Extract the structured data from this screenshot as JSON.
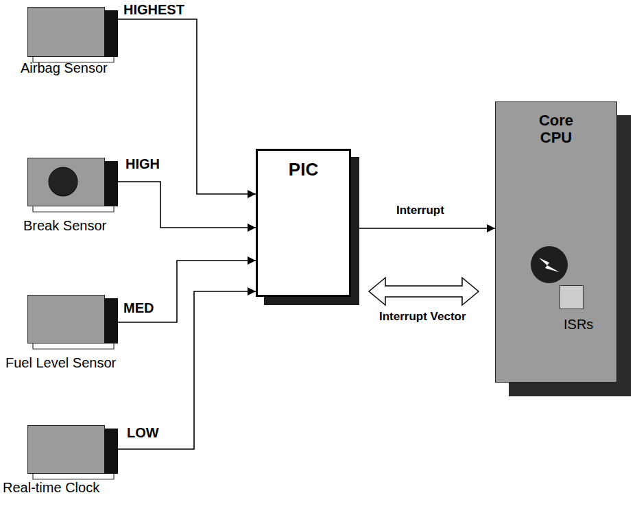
{
  "diagram": {
    "nodes": [
      {
        "text": [
          "Airbag Sensor"
        ]
      },
      {
        "text": [
          "Break Sensor"
        ]
      },
      {
        "text": [
          "Fuel Level Sensor"
        ]
      },
      {
        "text": [
          "Real-time Clock"
        ]
      },
      {
        "text": [
          "PIC"
        ]
      },
      {
        "text": [
          "Core CPU"
        ]
      },
      {
        "text": [
          "ISRs"
        ],
        "in": 5
      }
    ],
    "edges": [
      {
        "from": 0,
        "to": 4,
        "label": "HIGHEST",
        "arrow": "to"
      },
      {
        "from": 1,
        "to": 4,
        "label": "HIGH",
        "arrow": "to"
      },
      {
        "from": 2,
        "to": 4,
        "label": "MED",
        "arrow": "to"
      },
      {
        "from": 3,
        "to": 4,
        "label": "LOW",
        "arrow": "to"
      },
      {
        "from": 4,
        "to": 5,
        "label": "Interrupt",
        "arrow": "to"
      },
      {
        "from": 4,
        "to": 5,
        "label": "Interrupt Vector",
        "arrow": "both"
      }
    ]
  }
}
